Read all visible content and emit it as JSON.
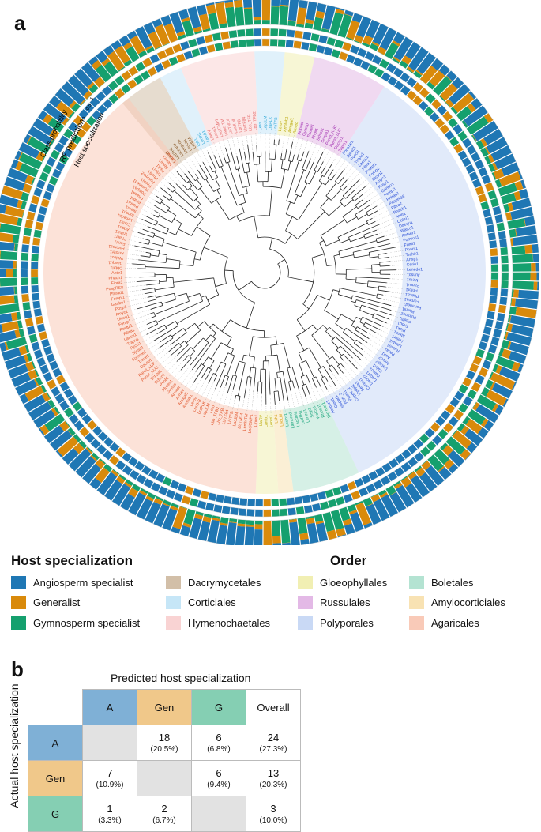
{
  "panel_a_label": "a",
  "panel_b_label": "b",
  "ring_labels": {
    "class_probability": "Class probability",
    "tick_1": "1",
    "tick_05": "0.5",
    "tick_0": "0",
    "rf_prediction": "RF prediction",
    "host_specialization": "Host specialization"
  },
  "colors": {
    "angiosperm": "#1f77b4",
    "generalist": "#d98a0b",
    "gymnosperm": "#15a06e",
    "order_dacrymycetales": "#d2bfa8",
    "order_corticiales": "#c6e6f7",
    "order_hymenochaetales": "#f9d3d3",
    "order_gloeophyllales": "#f1efb3",
    "order_russulales": "#e3b9e6",
    "order_polyporales": "#c9d9f5",
    "order_boletales": "#b4e3d2",
    "order_amylocorticiales": "#f8e2b3",
    "order_agaricales": "#f9cab8",
    "cm_a": "#7fb0d6",
    "cm_gen": "#f0c88a",
    "cm_g": "#85cfb3"
  },
  "tips_sample": {
    "agaricales": [
      "Lentra1",
      "LedTH1",
      "Laccaria",
      "Lamprod",
      "Leuco1",
      "LedLM",
      "Lsh1",
      "Lentri1",
      "Lamb1",
      "LlaRV",
      "Lmus1",
      "LnolCMP1",
      "Lenth TM",
      "LlaTM14",
      "LacJLM",
      "LbiTFB",
      "LbiTF84",
      "Lbo_TFB",
      "Lbo_TFB2",
      "Lero",
      "LapJLM",
      "LraPLK",
      "LraTFB",
      "Lerov",
      "Armtab1",
      "Armgal1",
      "Armec",
      "Armost",
      "Gymsp",
      "Pluser1",
      "Pholi1",
      "Schco1",
      "Schpa1",
      "Panst_KUC",
      "Panst_LUF"
    ],
    "polyporales": [
      "Dacsp1",
      "Trave1",
      "Fomme1",
      "Bjead1",
      "Pycci1",
      "Trapu1",
      "Laesu1",
      "Fibra1",
      "Postpl1",
      "Fomp1",
      "Dicsq1",
      "Amyc1",
      "Posp1",
      "Ganbo1",
      "Fompi1",
      "Phlrad1",
      "PospRS8",
      "Fibra2",
      "Phach1",
      "Anttr1",
      "Obbri1",
      "Daequ1",
      "Walco1",
      "Antser1",
      "Fomros1",
      "Fomi1",
      "Phacr1",
      "Trahir1",
      "Artsp1",
      "Ceriu1",
      "Lenedo1",
      "Junsp1",
      "Meru1",
      "Panru1",
      "Phlbr1",
      "Phaca1"
    ],
    "hymenochaetales": [
      "Fompa1",
      "Fommed1",
      "Pheni1",
      "Fomme2",
      "Phelli1",
      "Tripu1",
      "Rick1"
    ],
    "russulales": [
      "Stere1",
      "Heter1",
      "Lacqu1",
      "Russo1",
      "Pesa1",
      "Auri1",
      "Amyc2"
    ],
    "dacrymycetales": [
      "Dacsp2",
      "Calvi1",
      "Calco1",
      "Dacpr1",
      "Dacry1"
    ],
    "boletales": [
      "Conpu1",
      "Serla1",
      "Hydpi1",
      "Copmi_2",
      "Pismi1",
      "Pisti_3"
    ],
    "other": [
      "Jaapar1",
      "Gloa1",
      "Ampar1",
      "Dig mar1",
      "Rhoso1",
      "Wolco1",
      "Sisp1"
    ]
  },
  "legend_host": {
    "title": "Host specialization",
    "items": [
      {
        "label": "Angiosperm specialist",
        "color": "#1f77b4"
      },
      {
        "label": "Generalist",
        "color": "#d98a0b"
      },
      {
        "label": "Gymnosperm specialist",
        "color": "#15a06e"
      }
    ]
  },
  "legend_order": {
    "title": "Order",
    "items": [
      {
        "label": "Dacrymycetales",
        "color": "#d2bfa8"
      },
      {
        "label": "Gloeophyllales",
        "color": "#f1efb3"
      },
      {
        "label": "Boletales",
        "color": "#b4e3d2"
      },
      {
        "label": "Corticiales",
        "color": "#c6e6f7"
      },
      {
        "label": "Russulales",
        "color": "#e3b9e6"
      },
      {
        "label": "Amylocorticiales",
        "color": "#f8e2b3"
      },
      {
        "label": "Hymenochaetales",
        "color": "#f9d3d3"
      },
      {
        "label": "Polyporales",
        "color": "#c9d9f5"
      },
      {
        "label": "Agaricales",
        "color": "#f9cab8"
      }
    ]
  },
  "confusion": {
    "predicted_title": "Predicted host specialization",
    "actual_title": "Actual host specialization",
    "col_headers": [
      "A",
      "Gen",
      "G",
      "Overall"
    ],
    "rows": [
      {
        "label": "A",
        "cells": [
          {
            "n": "",
            "p": ""
          },
          {
            "n": "18",
            "p": "(20.5%)"
          },
          {
            "n": "6",
            "p": "(6.8%)"
          },
          {
            "n": "24",
            "p": "(27.3%)"
          }
        ]
      },
      {
        "label": "Gen",
        "cells": [
          {
            "n": "7",
            "p": "(10.9%)"
          },
          {
            "n": "",
            "p": ""
          },
          {
            "n": "6",
            "p": "(9.4%)"
          },
          {
            "n": "13",
            "p": "(20.3%)"
          }
        ]
      },
      {
        "label": "G",
        "cells": [
          {
            "n": "1",
            "p": "(3.3%)"
          },
          {
            "n": "2",
            "p": "(6.7%)"
          },
          {
            "n": "",
            "p": ""
          },
          {
            "n": "3",
            "p": "(10.0%)"
          }
        ]
      }
    ]
  },
  "chart_data": [
    {
      "type": "circular-phylogeny",
      "rings": [
        "Class probability",
        "RF prediction",
        "Host specialization"
      ],
      "class_probability_ticks": [
        0,
        0.5,
        1
      ],
      "clades": [
        {
          "order": "Dacrymycetales",
          "tips": 6
        },
        {
          "order": "Corticiales",
          "tips": 3
        },
        {
          "order": "Hymenochaetales",
          "tips": 10
        },
        {
          "order": "Corticiales",
          "tips": 4
        },
        {
          "order": "Gloeophyllales",
          "tips": 4
        },
        {
          "order": "Russulales",
          "tips": 10
        },
        {
          "order": "Polyporales",
          "tips": 62
        },
        {
          "order": "Boletales",
          "tips": 9
        },
        {
          "order": "Amylocorticiales",
          "tips": 2
        },
        {
          "order": "Gloeophyllales",
          "tips": 3
        },
        {
          "order": "Agaricales",
          "tips": 71
        }
      ],
      "host_states": [
        "Angiosperm specialist",
        "Generalist",
        "Gymnosperm specialist"
      ]
    },
    {
      "type": "table",
      "title": "Predicted host specialization",
      "row_title": "Actual host specialization",
      "columns": [
        "A",
        "Gen",
        "G",
        "Overall"
      ],
      "rows": [
        "A",
        "Gen",
        "G"
      ],
      "counts": [
        [
          null,
          18,
          6,
          24
        ],
        [
          7,
          null,
          6,
          13
        ],
        [
          1,
          2,
          null,
          3
        ]
      ],
      "percentages": [
        [
          null,
          20.5,
          6.8,
          27.3
        ],
        [
          10.9,
          null,
          9.4,
          20.3
        ],
        [
          3.3,
          6.7,
          null,
          10.0
        ]
      ]
    }
  ]
}
